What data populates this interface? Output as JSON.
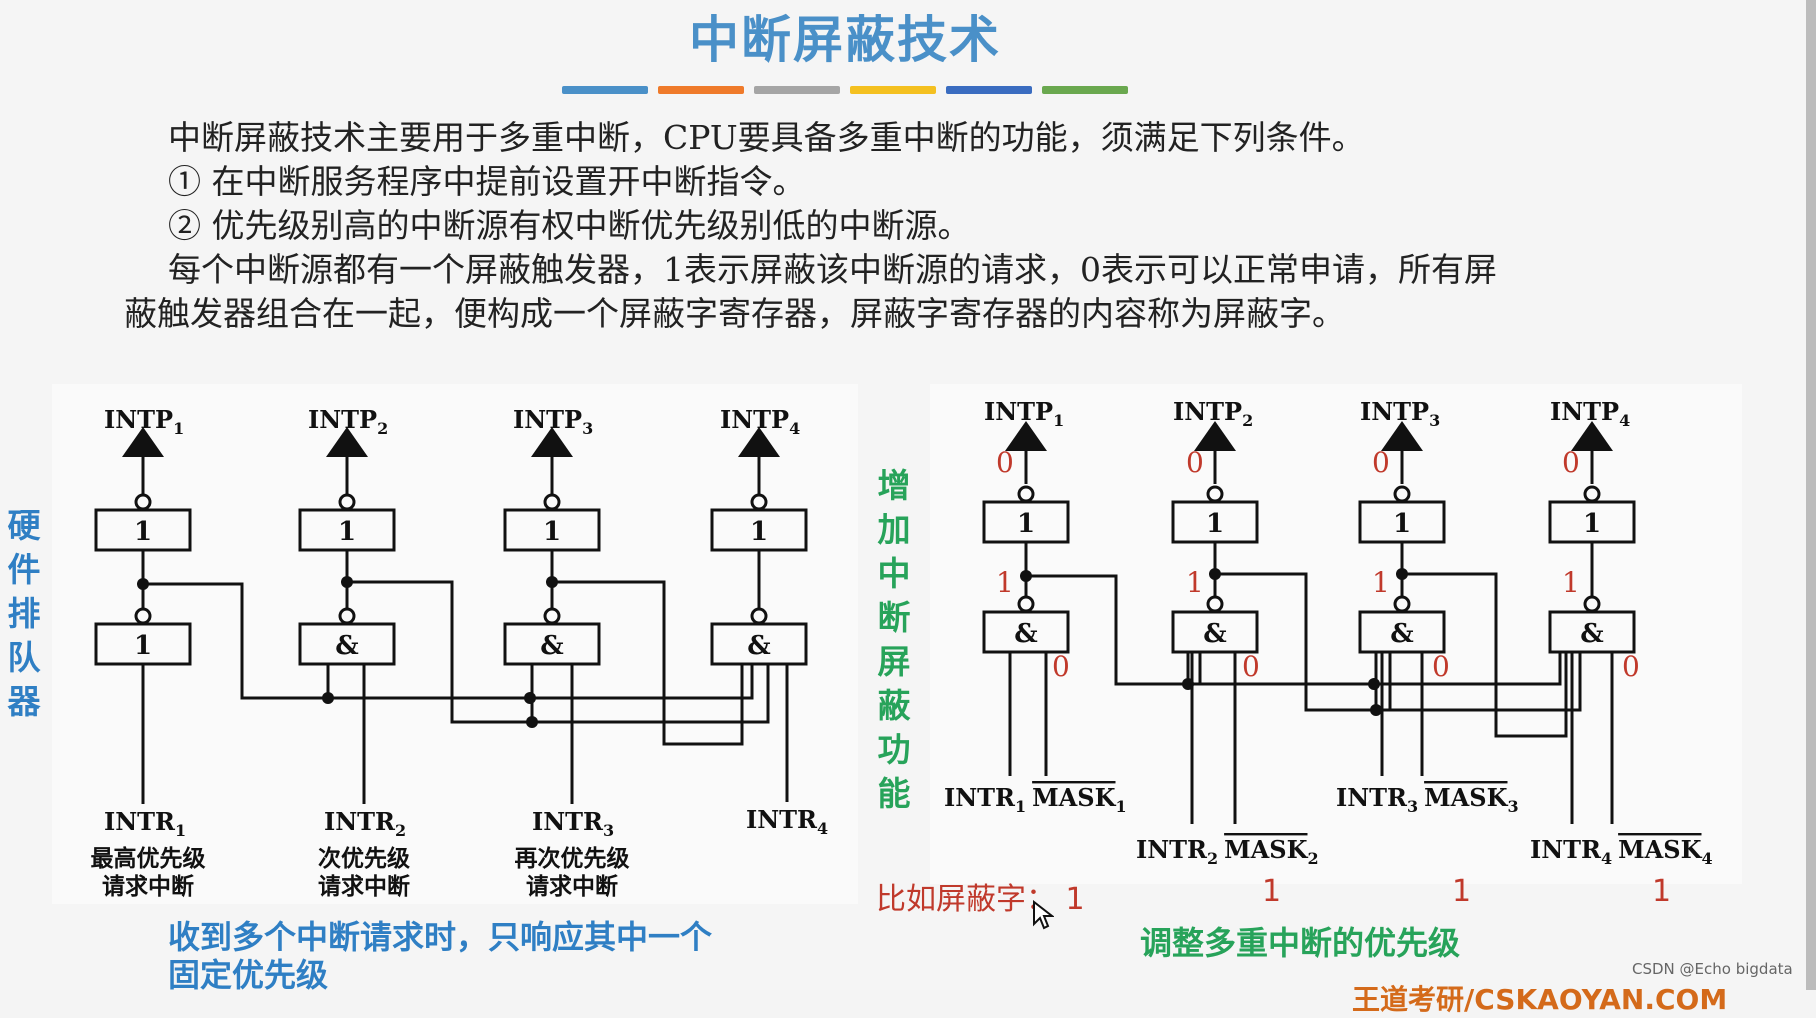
{
  "slide": {
    "title": "中断屏蔽技术",
    "rainbow_colors": [
      "#4a90c8",
      "#ef7a2a",
      "#a5a5a5",
      "#f4c020",
      "#3a6cc0",
      "#6aa84f"
    ],
    "paragraphs": [
      "中断屏蔽技术主要用于多重中断，CPU要具备多重中断的功能，须满足下列条件。",
      "① 在中断服务程序中提前设置开中断指令。",
      "② 优先级别高的中断源有权中断优先级别低的中断源。",
      "每个中断源都有一个屏蔽触发器，1表示屏蔽该中断源的请求，0表示可以正常申请，所有屏",
      "蔽触发器组合在一起，便构成一个屏蔽字寄存器，屏蔽字寄存器的内容称为屏蔽字。"
    ]
  },
  "left": {
    "side_label": [
      "硬",
      "件",
      "排",
      "队",
      "器"
    ],
    "side_color": "#2f7fc4",
    "intp": [
      "INTP",
      "INTP",
      "INTP",
      "INTP"
    ],
    "intp_sub": [
      "1",
      "2",
      "3",
      "4"
    ],
    "intr": [
      "INTR",
      "INTR",
      "INTR",
      "INTR"
    ],
    "intr_sub": [
      "1",
      "2",
      "3",
      "4"
    ],
    "gate_top": [
      "1",
      "1",
      "1",
      "1"
    ],
    "gate_bottom": [
      "1",
      "&",
      "&",
      "&"
    ],
    "desc1": [
      "最高优先级",
      "次优先级",
      "再次优先级"
    ],
    "desc2": [
      "请求中断",
      "请求中断",
      "请求中断"
    ],
    "caption_line1": "收到多个中断请求时，只响应其中一个",
    "caption_line2": "固定优先级",
    "caption_color": "#2f7fc4"
  },
  "right": {
    "side_label": [
      "增",
      "加",
      "中",
      "断",
      "屏",
      "蔽",
      "功",
      "能"
    ],
    "side_color": "#27a35a",
    "intp": [
      "INTP",
      "INTP",
      "INTP",
      "INTP"
    ],
    "intp_sub": [
      "1",
      "2",
      "3",
      "4"
    ],
    "gate_top": [
      "1",
      "1",
      "1",
      "1"
    ],
    "gate_bottom": [
      "&",
      "&",
      "&",
      "&"
    ],
    "red_value": "0",
    "red_one": "1",
    "intr": [
      "INTR",
      "INTR",
      "INTR",
      "INTR"
    ],
    "intr_sub": [
      "1",
      "2",
      "3",
      "4"
    ],
    "mask": [
      "MASK",
      "MASK",
      "MASK",
      "MASK"
    ],
    "mask_sub": [
      "1",
      "2",
      "3",
      "4"
    ],
    "mask_word_label": "比如屏蔽字：",
    "mask_word_values": [
      "1",
      "1",
      "1",
      "1"
    ],
    "caption": "调整多重中断的优先级",
    "caption_color": "#27a35a",
    "annotation_color": "#c0392b"
  },
  "footer": {
    "watermark": "CSDN @Echo bigdata",
    "brand": "王道考研/CSKAOYAN.COM"
  }
}
